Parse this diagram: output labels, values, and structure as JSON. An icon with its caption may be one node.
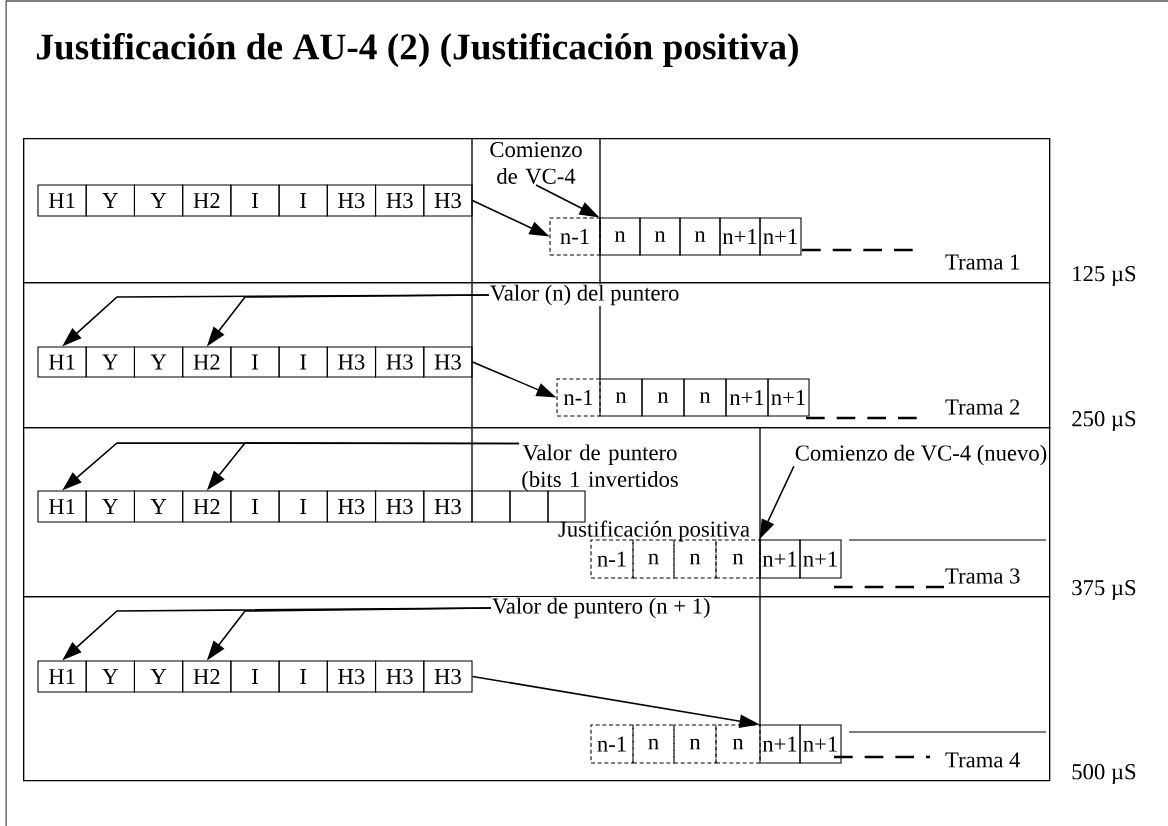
{
  "diagram": {
    "title": "Justificación de AU-4 (2) (Justificación positiva)",
    "nodes": [
      {
        "text": [
          "Trama 1"
        ],
        "beside": [
          "125 µS"
        ]
      },
      {
        "text": [
          "H1"
        ],
        "in": 0
      },
      {
        "text": [
          "Y"
        ],
        "in": 0
      },
      {
        "text": [
          "Y"
        ],
        "in": 0
      },
      {
        "text": [
          "H2"
        ],
        "in": 0
      },
      {
        "text": [
          "I"
        ],
        "in": 0
      },
      {
        "text": [
          "I"
        ],
        "in": 0
      },
      {
        "text": [
          "H3"
        ],
        "in": 0
      },
      {
        "text": [
          "H3"
        ],
        "in": 0
      },
      {
        "text": [
          "H3"
        ],
        "in": 0
      },
      {
        "text": [
          "Comienzo de VC-4"
        ],
        "in": 0
      },
      {
        "text": [
          "n-1"
        ],
        "in": 0
      },
      {
        "text": [
          "n"
        ],
        "in": 0
      },
      {
        "text": [
          "n"
        ],
        "in": 0
      },
      {
        "text": [
          "n"
        ],
        "in": 0
      },
      {
        "text": [
          "n+1"
        ],
        "in": 0
      },
      {
        "text": [
          "n+1"
        ],
        "in": 0
      },
      {
        "text": [
          "Trama 2"
        ],
        "beside": [
          "250 µS"
        ]
      },
      {
        "text": [
          "Valor (n) del puntero"
        ],
        "in": 17
      },
      {
        "text": [
          "H1"
        ],
        "in": 17
      },
      {
        "text": [
          "Y"
        ],
        "in": 17
      },
      {
        "text": [
          "Y"
        ],
        "in": 17
      },
      {
        "text": [
          "H2"
        ],
        "in": 17
      },
      {
        "text": [
          "I"
        ],
        "in": 17
      },
      {
        "text": [
          "I"
        ],
        "in": 17
      },
      {
        "text": [
          "H3"
        ],
        "in": 17
      },
      {
        "text": [
          "H3"
        ],
        "in": 17
      },
      {
        "text": [
          "H3"
        ],
        "in": 17
      },
      {
        "text": [
          "n-1"
        ],
        "in": 17
      },
      {
        "text": [
          "n"
        ],
        "in": 17
      },
      {
        "text": [
          "n"
        ],
        "in": 17
      },
      {
        "text": [
          "n"
        ],
        "in": 17
      },
      {
        "text": [
          "n+1"
        ],
        "in": 17
      },
      {
        "text": [
          "n+1"
        ],
        "in": 17
      },
      {
        "text": [
          "Trama 3"
        ],
        "beside": [
          "375 µS"
        ]
      },
      {
        "text": [
          "Valor de puntero (bits 1 invertidos"
        ],
        "in": 34
      },
      {
        "text": [
          "Comienzo de VC-4 (nuevo)"
        ],
        "in": 34
      },
      {
        "text": [
          "H1"
        ],
        "in": 34
      },
      {
        "text": [
          "Y"
        ],
        "in": 34
      },
      {
        "text": [
          "Y"
        ],
        "in": 34
      },
      {
        "text": [
          "H2"
        ],
        "in": 34
      },
      {
        "text": [
          "I"
        ],
        "in": 34
      },
      {
        "text": [
          "I"
        ],
        "in": 34
      },
      {
        "text": [
          "H3"
        ],
        "in": 34
      },
      {
        "text": [
          "H3"
        ],
        "in": 34
      },
      {
        "text": [
          "H3"
        ],
        "in": 34
      },
      {
        "text": [],
        "shape": "box",
        "in": 34
      },
      {
        "text": [],
        "shape": "box",
        "in": 34
      },
      {
        "text": [],
        "shape": "box",
        "in": 34
      },
      {
        "text": [
          "n-1"
        ],
        "in": 34
      },
      {
        "text": [
          "n"
        ],
        "in": 34
      },
      {
        "text": [
          "n"
        ],
        "in": 34
      },
      {
        "text": [
          "n"
        ],
        "in": 34
      },
      {
        "text": [
          "n+1"
        ],
        "in": 34
      },
      {
        "text": [
          "n+1"
        ],
        "in": 34
      },
      {
        "text": [
          "Trama 4"
        ],
        "beside": [
          "500 µS"
        ]
      },
      {
        "text": [
          "Valor de puntero (n + 1)"
        ],
        "in": 55
      },
      {
        "text": [
          "H1"
        ],
        "in": 55
      },
      {
        "text": [
          "Y"
        ],
        "in": 55
      },
      {
        "text": [
          "Y"
        ],
        "in": 55
      },
      {
        "text": [
          "H2"
        ],
        "in": 55
      },
      {
        "text": [
          "I"
        ],
        "in": 55
      },
      {
        "text": [
          "I"
        ],
        "in": 55
      },
      {
        "text": [
          "H3"
        ],
        "in": 55
      },
      {
        "text": [
          "H3"
        ],
        "in": 55
      },
      {
        "text": [
          "H3"
        ],
        "in": 55
      },
      {
        "text": [
          "n-1"
        ],
        "in": 55
      },
      {
        "text": [
          "n"
        ],
        "in": 55
      },
      {
        "text": [
          "n"
        ],
        "in": 55
      },
      {
        "text": [
          "n"
        ],
        "in": 55
      },
      {
        "text": [
          "n+1"
        ],
        "in": 55
      },
      {
        "text": [
          "n+1"
        ],
        "in": 55
      }
    ],
    "edges": [
      {
        "from": 9,
        "to": 11,
        "arrow": "to"
      },
      {
        "from": 10,
        "to": 12,
        "arrow": "to"
      },
      {
        "from": 18,
        "to": 19,
        "arrow": "to"
      },
      {
        "from": 18,
        "to": 22,
        "arrow": "to"
      },
      {
        "from": 27,
        "to": 28,
        "arrow": "to"
      },
      {
        "from": 35,
        "to": 37,
        "arrow": "to"
      },
      {
        "from": 35,
        "to": 40,
        "arrow": "to"
      },
      {
        "from": 36,
        "to": 53,
        "arrow": "to"
      },
      {
        "from": 56,
        "to": 57,
        "arrow": "to"
      },
      {
        "from": 56,
        "to": 60,
        "arrow": "to"
      },
      {
        "from": 65,
        "to": 70,
        "arrow": "to"
      }
    ],
    "labels": [
      "Justificación positiva"
    ]
  }
}
